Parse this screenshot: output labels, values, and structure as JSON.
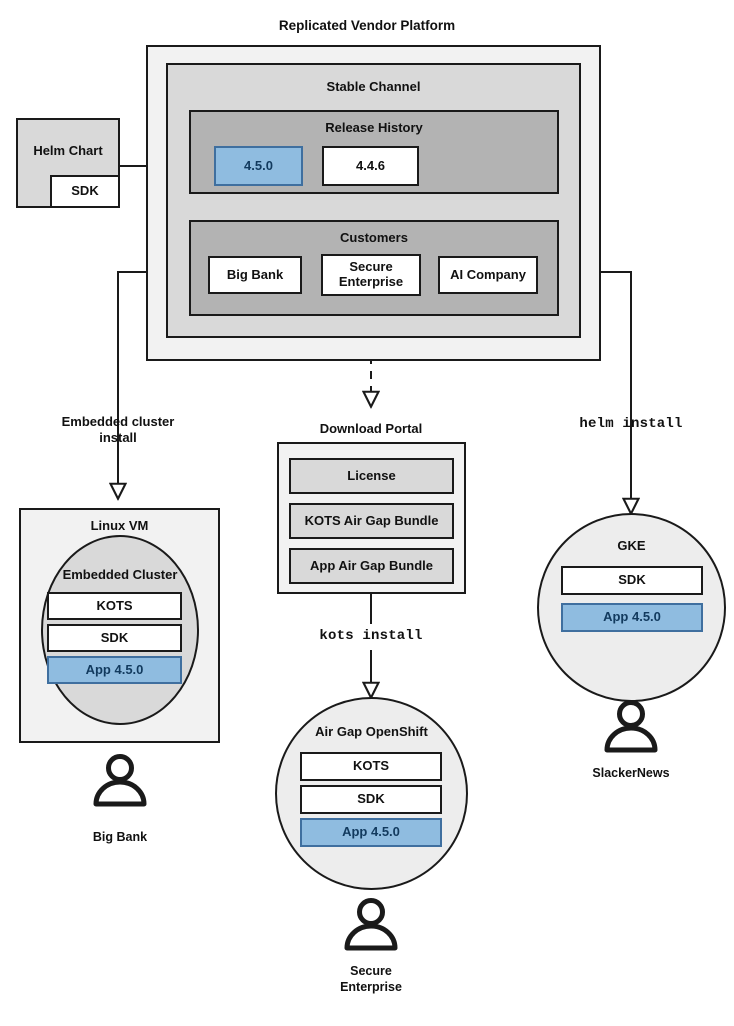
{
  "title": "Replicated Vendor Platform",
  "source": {
    "helm_chart_label": "Helm Chart",
    "sdk_label": "SDK"
  },
  "platform": {
    "channel_title": "Stable Channel",
    "release_history": {
      "title": "Release History",
      "releases": [
        {
          "version": "4.5.0",
          "highlighted": true
        },
        {
          "version": "4.4.6",
          "highlighted": false
        }
      ]
    },
    "customers": {
      "title": "Customers",
      "items": [
        {
          "name": "Big Bank"
        },
        {
          "name": "Secure\nEnterprise"
        },
        {
          "name": "AI Company"
        }
      ]
    }
  },
  "flows": {
    "embedded_cluster_install": "Embedded cluster\ninstall",
    "kots_install": "kots install",
    "helm_install": "helm install"
  },
  "download_portal": {
    "title": "Download Portal",
    "artifacts": [
      "License",
      "KOTS Air Gap Bundle",
      "App Air Gap Bundle"
    ]
  },
  "targets": [
    {
      "id": "linux-vm",
      "outer_label": "Linux VM",
      "inner_label": "Embedded Cluster",
      "components": [
        {
          "label": "KOTS",
          "highlighted": false
        },
        {
          "label": "SDK",
          "highlighted": false
        },
        {
          "label": "App 4.5.0",
          "highlighted": true
        }
      ],
      "persona": "Big Bank"
    },
    {
      "id": "air-gap-openshift",
      "outer_label": "Air Gap OpenShift",
      "components": [
        {
          "label": "KOTS",
          "highlighted": false
        },
        {
          "label": "SDK",
          "highlighted": false
        },
        {
          "label": "App 4.5.0",
          "highlighted": true
        }
      ],
      "persona": "Secure\nEnterprise"
    },
    {
      "id": "gke",
      "outer_label": "GKE",
      "components": [
        {
          "label": "SDK",
          "highlighted": false
        },
        {
          "label": "App 4.5.0",
          "highlighted": true
        }
      ],
      "persona": "SlackerNews"
    }
  ],
  "colors": {
    "highlight_fill": "#8fbce0",
    "highlight_stroke": "#3f6f9f",
    "highlight_text": "#123a5e",
    "stroke": "#1a1a1a",
    "level1_fill": "#f2f2f2",
    "level2_fill": "#d9d9d9",
    "level3_fill": "#b3b3b3",
    "circle_fill": "#ededed"
  }
}
